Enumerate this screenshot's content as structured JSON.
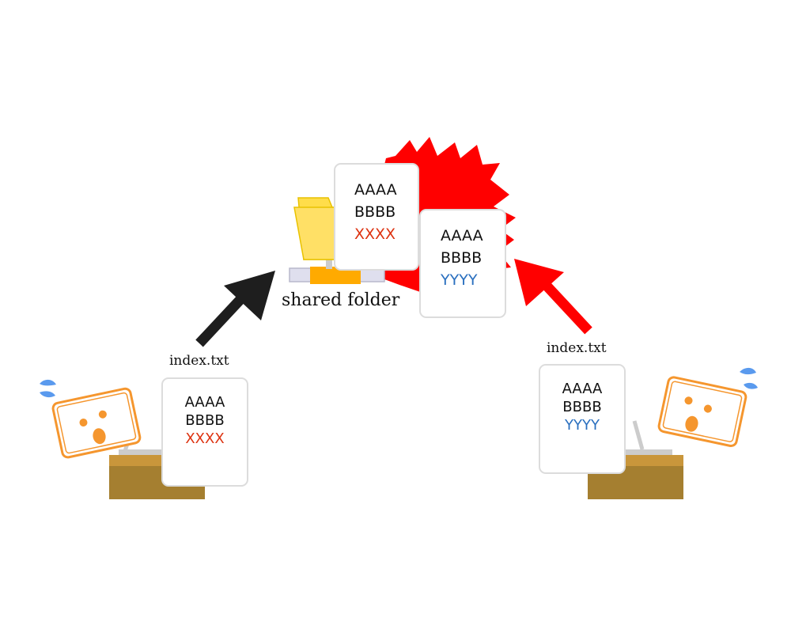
{
  "colors": {
    "background": "#ffffff",
    "conflict_burst": "#ff0000",
    "arrow_success": "#1e1e1e",
    "arrow_conflict": "#ff0000",
    "folder_yellow": "#ffdd4a",
    "folder_orange": "#ffaa00",
    "monitor_orange": "#f5962e",
    "desk": "#a57f30",
    "text_red": "#dd3311",
    "text_blue": "#2a6fbf",
    "text_black": "#111111",
    "sweat_blue": "#5a9aee"
  },
  "shared_folder": {
    "icon": "shared-folder-icon",
    "caption": "shared folder",
    "conflict_icon": "conflict-burst-icon",
    "doc_saved": {
      "lines": [
        "AAAA",
        "BBBB",
        "XXXX"
      ]
    },
    "doc_rejected": {
      "lines": [
        "AAAA",
        "BBBB",
        "YYYY"
      ]
    }
  },
  "user_left": {
    "icon": "worried-computer-icon",
    "file_label": "index.txt",
    "doc": {
      "lines": [
        "AAAA",
        "BBBB",
        "XXXX"
      ]
    },
    "arrow_icon": "upload-arrow-icon"
  },
  "user_right": {
    "icon": "worried-computer-icon",
    "file_label": "index.txt",
    "doc": {
      "lines": [
        "AAAA",
        "BBBB",
        "YYYY"
      ]
    },
    "arrow_icon": "conflict-arrow-icon"
  }
}
